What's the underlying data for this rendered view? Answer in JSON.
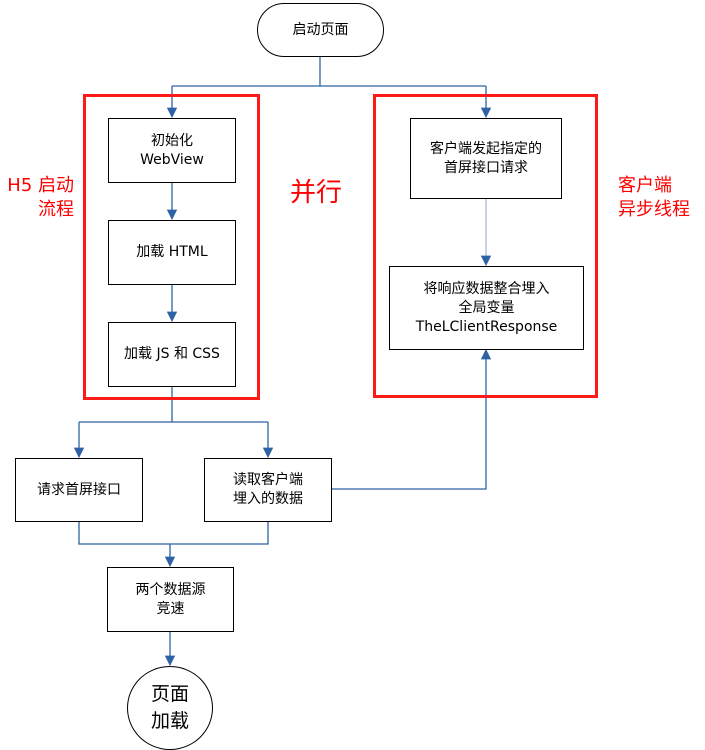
{
  "colors": {
    "connector": "#2f62a5",
    "group_border": "#ff1a1a",
    "label_red": "#ff0000"
  },
  "nodes": {
    "start": {
      "label": "启动页面"
    },
    "init_webview": {
      "line1": "初始化",
      "line2": "WebView"
    },
    "load_html": {
      "label": "加载 HTML"
    },
    "load_js_css": {
      "label": "加载 JS 和 CSS"
    },
    "client_request": {
      "line1": "客户端发起指定的",
      "line2": "首屏接口请求"
    },
    "embed_response": {
      "line1": "将响应数据整合埋入",
      "line2": "全局变量",
      "line3": "TheLClientResponse"
    },
    "request_first_screen": {
      "label": "请求首屏接口"
    },
    "read_client_data": {
      "line1": "读取客户端",
      "line2": "埋入的数据"
    },
    "race": {
      "line1": "两个数据源",
      "line2": "竞速"
    },
    "end": {
      "line1": "页面",
      "line2": "加载"
    }
  },
  "groups": {
    "h5": {
      "line1": "H5 启动",
      "line2": "流程"
    },
    "client": {
      "line1": "客户端",
      "line2": "异步线程"
    }
  },
  "parallel_label": "并行"
}
